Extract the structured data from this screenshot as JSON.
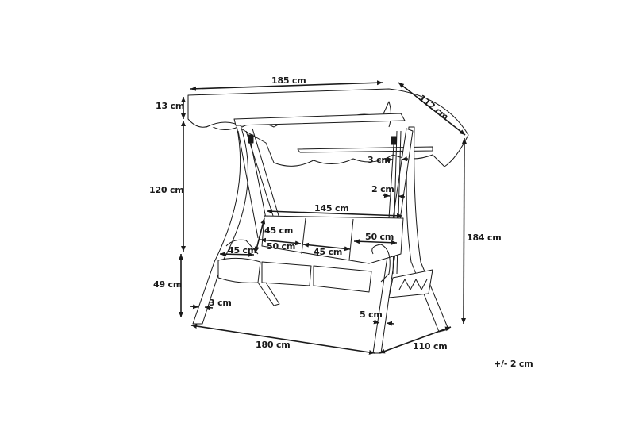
{
  "diagram": {
    "subject": "3-seat garden swing with canopy",
    "colors": {
      "line": "#1a1a1a",
      "background": "#ffffff",
      "fill": "#ffffff"
    },
    "dimensions": {
      "canopy_width": "185 cm",
      "canopy_depth": "112 cm",
      "canopy_height": "13 cm",
      "frame_upper_height": "120 cm",
      "seat_height": "49 cm",
      "total_height": "184 cm",
      "base_width": "180 cm",
      "base_depth": "110 cm",
      "seat_total_width": "145 cm",
      "backrest_height": "45 cm",
      "seat_left_width": "50 cm",
      "seat_middle_width": "45 cm",
      "seat_right_width": "50 cm",
      "armrest_depth": "45 cm",
      "chain_post_3cm": "3 cm",
      "rod_2cm": "2 cm",
      "leg_left_3cm": "3 cm",
      "leg_right_5cm": "5 cm"
    },
    "tolerance": "+/- 2 cm"
  }
}
